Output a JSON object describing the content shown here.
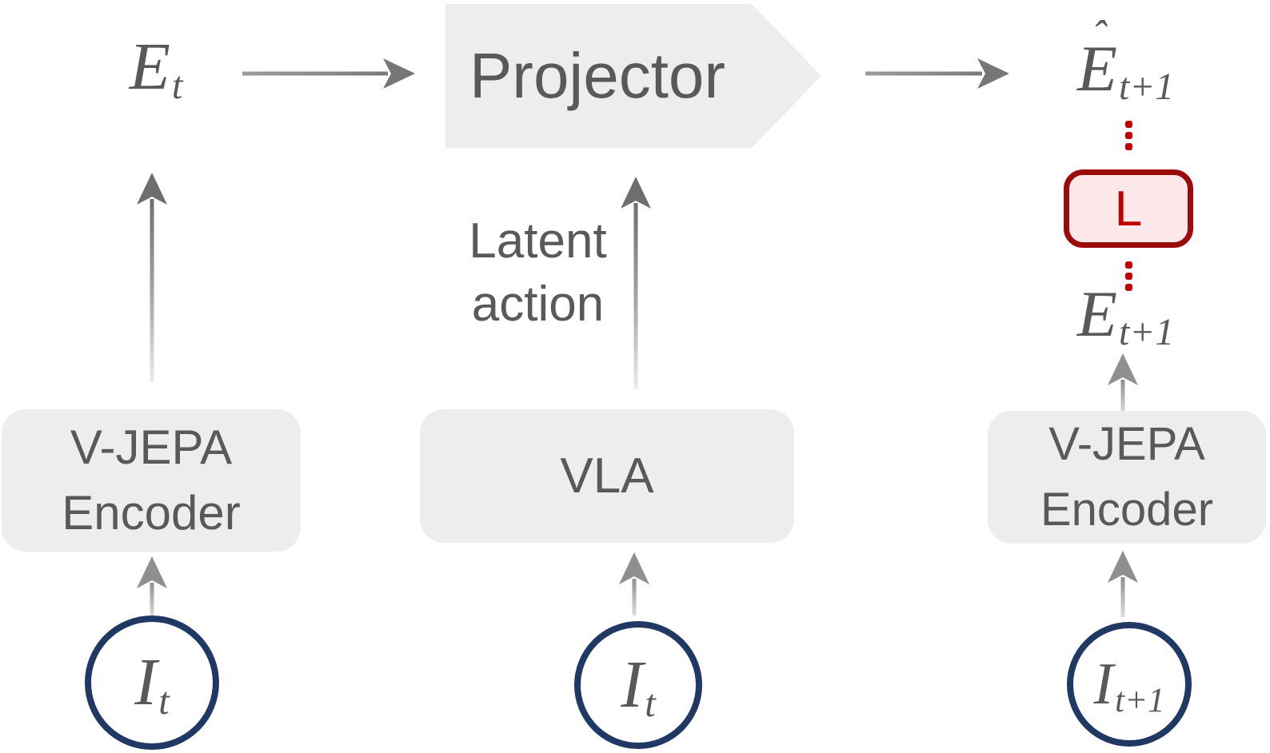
{
  "colors": {
    "background": "#FFFFFF",
    "box_fill": "#EDEDED",
    "box_text": "#595959",
    "math_text": "#595959",
    "arrow_dark": "#6E6E6E",
    "arrow_mid": "#8F8F8F",
    "circle_border": "#203864",
    "loss_border": "#9C0C0C",
    "loss_fill": "#FCE8E8",
    "loss_text": "#C00000"
  },
  "left_branch": {
    "embedding": {
      "base": "E",
      "sub": "t"
    },
    "encoder": {
      "line1": "V-JEPA",
      "line2": "Encoder"
    },
    "input": {
      "base": "I",
      "sub": "t"
    }
  },
  "middle_branch": {
    "projector": "Projector",
    "latent_action": {
      "line1": "Latent",
      "line2": "action"
    },
    "vla": "VLA",
    "input": {
      "base": "I",
      "sub": "t"
    }
  },
  "right_branch": {
    "predicted_embedding": {
      "hat": "ˆ",
      "base": "E",
      "sub": "t+1"
    },
    "loss": "L",
    "target_embedding": {
      "base": "E",
      "sub": "t+1"
    },
    "encoder": {
      "line1": "V-JEPA",
      "line2": "Encoder"
    },
    "input": {
      "base": "I",
      "sub": "t+1"
    }
  }
}
